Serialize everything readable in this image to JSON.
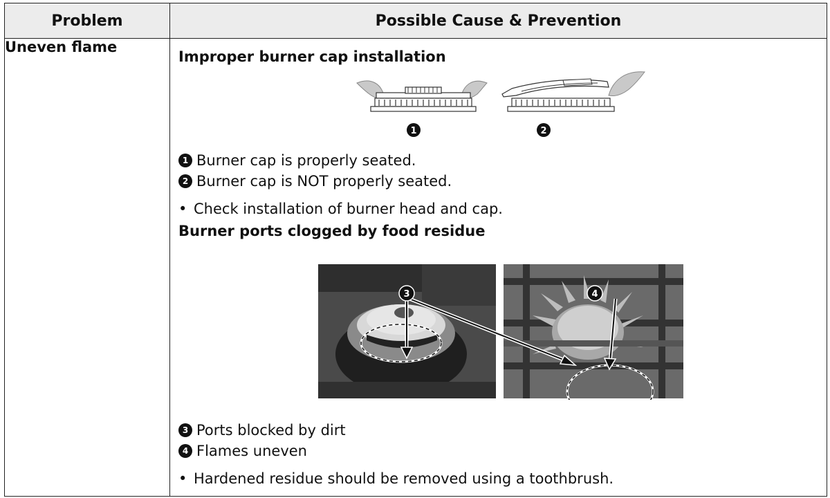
{
  "table": {
    "header": {
      "problem": "Problem",
      "cause": "Possible Cause & Prevention"
    },
    "problem": "Uneven flame",
    "section1": {
      "title": "Improper burner cap installation",
      "figure_labels": [
        "1",
        "2"
      ],
      "items": [
        {
          "num": "1",
          "text": "Burner cap is properly seated."
        },
        {
          "num": "2",
          "text": "Burner cap is NOT properly seated."
        }
      ],
      "bullet": "Check installation of burner head and cap."
    },
    "section2": {
      "title": "Burner ports clogged by food residue",
      "figure_labels": [
        "3",
        "4"
      ],
      "items": [
        {
          "num": "3",
          "text": "Ports blocked by dirt"
        },
        {
          "num": "4",
          "text": "Flames uneven"
        }
      ],
      "bullet": "Hardened residue should be removed using a toothbrush."
    }
  }
}
